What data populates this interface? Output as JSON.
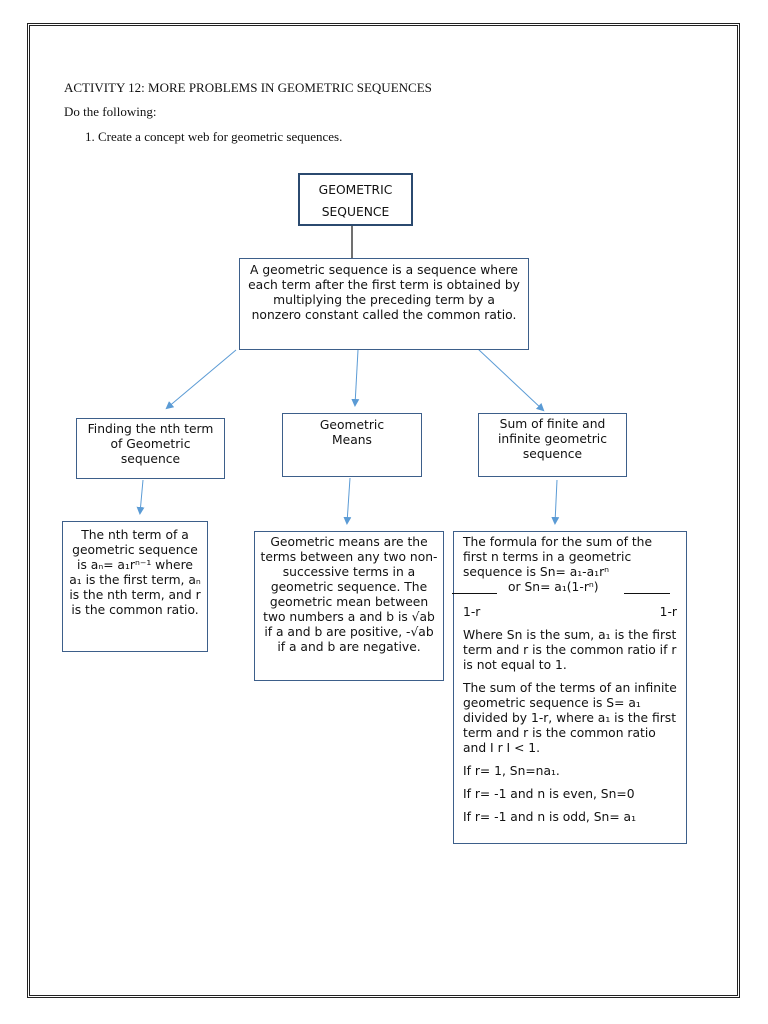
{
  "heading": "ACTIVITY 12: MORE PROBLEMS IN GEOMETRIC SEQUENCES",
  "instruction": "Do the following:",
  "task": "1.   Create a concept web for geometric sequences.",
  "web": {
    "root": {
      "line1": "GEOMETRIC",
      "line2": "SEQUENCE"
    },
    "definition": "A geometric sequence is a sequence where each term after the first term is obtained by multiplying the preceding term by a nonzero constant called the common ratio.",
    "branches": [
      {
        "title": "Finding the nth term of Geometric sequence",
        "detail": "The nth term of a geometric sequence is aₙ= a₁rⁿ⁻¹ where a₁ is the first term, aₙ is the nth term, and r is the common ratio."
      },
      {
        "title": "Geometric Means",
        "detail": "Geometric means are the terms between any two non-successive terms in a geometric sequence. The geometric mean between two numbers a and b is √ab if a and b are positive, -√ab if a and b are negative."
      },
      {
        "title": "Sum of finite and infinite geometric sequence",
        "detail": {
          "intro": "The formula for the sum of the first n terms in a geometric sequence is Sn=  a₁-a₁rⁿ",
          "or_line": "or       Sn= a₁(1-rⁿ)",
          "denom_left": "1-r",
          "denom_right": "1-r",
          "p1": "Where Sn is the sum, a₁ is the first term and r is the common ratio if r is not equal to 1.",
          "p2": "The  sum of the terms of an infinite geometric sequence is S= a₁ divided by 1-r, where a₁ is the first term and r is the common ratio and I r I < 1.",
          "p3": "If r= 1, Sn=na₁.",
          "p4": "If r= -1 and n is even, Sn=0",
          "p5": "If r= -1 and n is odd, Sn= a₁"
        }
      }
    ]
  },
  "colors": {
    "box_border": "#3d5f8a",
    "arrow": "#5b9bd5"
  }
}
